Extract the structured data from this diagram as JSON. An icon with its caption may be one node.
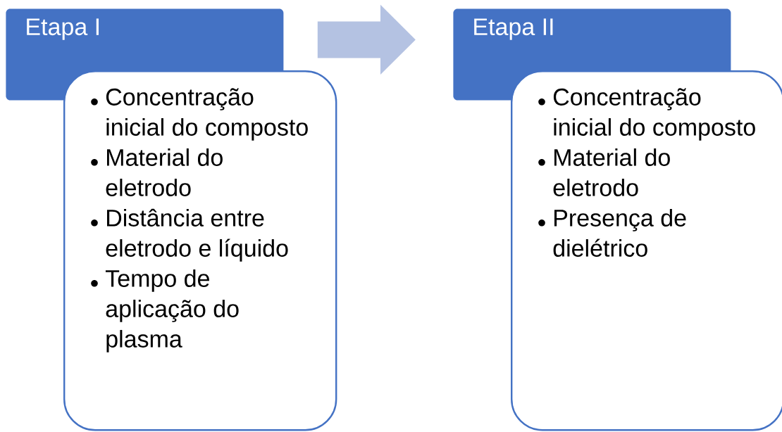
{
  "diagram": {
    "nodes": [
      {
        "text": [
          "Etapa I"
        ]
      },
      {
        "text": [
          "Concentração inicial do composto",
          "Material do eletrodo",
          "Distância entre eletrodo e líquido",
          "Tempo de aplicação do plasma"
        ]
      },
      {
        "text": [
          "Etapa II"
        ]
      },
      {
        "text": [
          "Concentração inicial do composto",
          "Material do eletrodo",
          "Presença de dielétrico"
        ]
      }
    ],
    "edges": [
      {
        "from": 0,
        "to": 2,
        "arrow": "to",
        "color": "#b4c2e2"
      }
    ]
  }
}
